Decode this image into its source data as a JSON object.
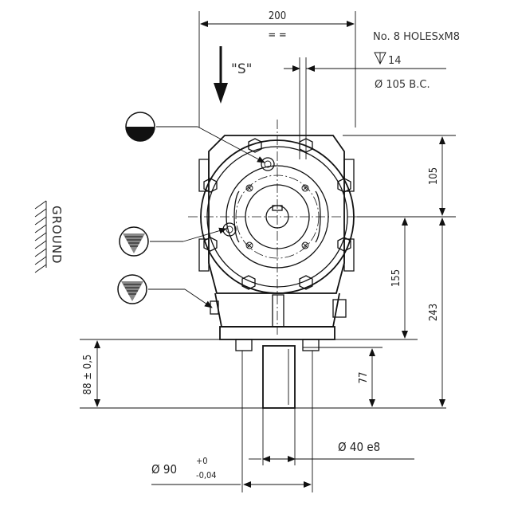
{
  "dimensions": {
    "width_top": "200",
    "equal_marks": "= =",
    "holes_line1": "No. 8 HOLESxM8",
    "holes_line2": "14",
    "holes_line3": "Ø 105 B.C.",
    "right_upper": "105",
    "right_mid": "155",
    "right_total": "243",
    "right_lower": "77",
    "left_height": "88 ± 0,5",
    "shaft_dia": "Ø   40 e8",
    "base_dia_main": "Ø  90",
    "base_tol_upper": "+0",
    "base_tol_lower": "-0,04"
  },
  "labels": {
    "direction": "\"S\"",
    "ground": "GROUND"
  },
  "icons": {
    "oil_fill": "oil-fill-icon",
    "oil_level": "oil-level-icon",
    "oil_drain": "oil-drain-icon",
    "depth": "depth-symbol-icon",
    "direction_arrow": "arrow-down-icon"
  }
}
